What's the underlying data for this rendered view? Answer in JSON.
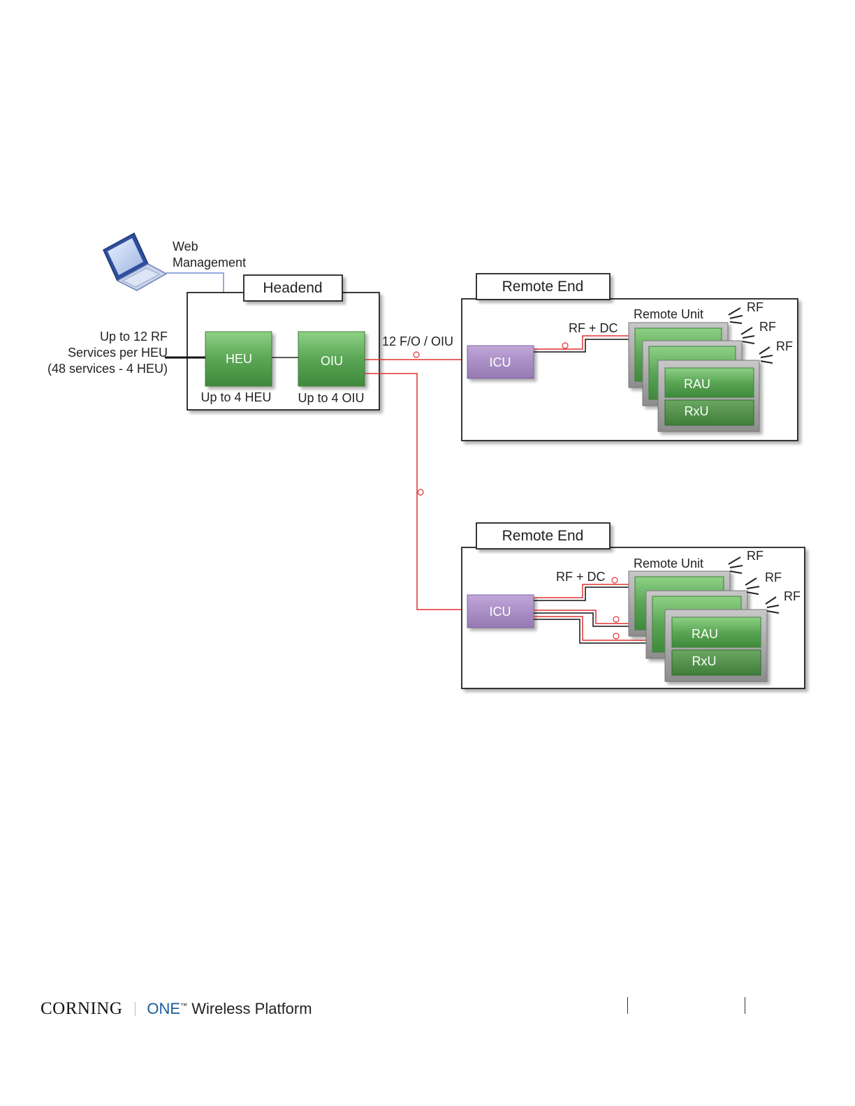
{
  "diagram": {
    "web_management": [
      "Web",
      "Management"
    ],
    "headend": {
      "title": "Headend",
      "heu": "HEU",
      "oiu": "OIU",
      "heu_caption": "Up to 4 HEU",
      "oiu_caption": "Up to 4 OIU"
    },
    "rf_services": [
      "Up to 12 RF",
      "Services per HEU",
      "(48 services - 4 HEU)"
    ],
    "fiber_label": "12 F/O / OIU",
    "remote_end_1": {
      "title": "Remote End",
      "icu": "ICU",
      "link_label": "RF + DC",
      "remote_unit_label": "Remote Unit",
      "rau": "RAU",
      "rxu": "RxU",
      "rf": [
        "RF",
        "RF",
        "RF"
      ]
    },
    "remote_end_2": {
      "title": "Remote End",
      "icu": "ICU",
      "link_label": "RF + DC",
      "remote_unit_label": "Remote Unit",
      "rau": "RAU",
      "rxu": "RxU",
      "rf": [
        "RF",
        "RF",
        "RF"
      ]
    },
    "colors": {
      "unit_green": "#5aa655",
      "icu_purple": "#a98ac4",
      "fiber_red": "#e03030",
      "ethernet_blue": "#6f8fd8"
    }
  },
  "footer": {
    "brand": "CORNING",
    "product_prefix": "ONE",
    "trademark": "™",
    "product_rest": " Wireless Platform"
  }
}
